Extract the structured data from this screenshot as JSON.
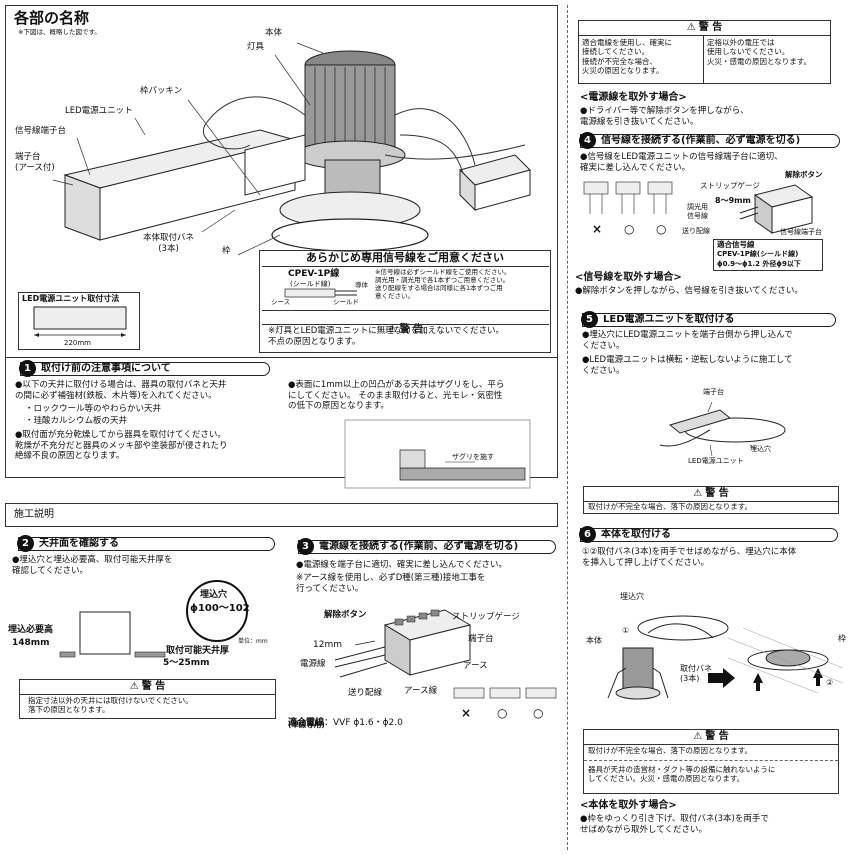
{
  "names": {
    "title": "各部の名称",
    "note": "※下図は、概略した図です。",
    "labels": {
      "hontai": "本体",
      "tougu": "灯具",
      "waku_packing": "枠パッキン",
      "led_unit": "LED電源ユニット",
      "signal_terminal": "信号線端子台",
      "terminal": "端子台\n(アース付)",
      "spring": "本体取付バネ\n(3本)",
      "waku": "枠"
    },
    "dimension_box": {
      "title": "LED電源ユニット取付寸法",
      "length": "220mm"
    }
  },
  "signal_notice": {
    "title": "あらかじめ専用信号線をご用意ください",
    "cable_name": "CPEV-1P線",
    "cable_shield": "(シールド線)",
    "conductor": "導体",
    "sheath": "シース",
    "shield": "シールド",
    "note": "※信号線は必ずシールド線をご使用ください。\n調光用・調光用で各1本ずつご用意ください。\n送り配線をする場合は同様に各1本ずつご用\n意ください。"
  },
  "warn_small": {
    "head": "警 告",
    "text": "※灯具とLED電源ユニットに無理な力を加えないでください。\n不点の原因となります。"
  },
  "section1": {
    "num": "1",
    "title": "取付け前の注意事項について",
    "bullet1": "●以下の天井に取付ける場合は、器具の取付バネと天井\nの間に必ず補強材(鉄板、木片等)を入れてください。",
    "item_a": "・ロックウール等のやわらかい天井",
    "item_b": "・珪酸カルシウム板の天井",
    "bullet2": "●取付面が充分乾燥してから器具を取付けてください。\n乾燥が不充分だと器具のメッキ部や塗装部が侵されたり\n絶縁不良の原因となります。",
    "bullet3": "●表面に1mm以上の凹凸がある天井はザグリをし、平ら\nにしてください。 そのまま取付けると、光モレ・気密性\nの低下の原因となります。",
    "zaguri": "ザグリを施す"
  },
  "sekou": {
    "title": "施工説明"
  },
  "section2": {
    "num": "2",
    "title": "天井面を確認する",
    "text": "●埋込穴と埋込必要高、取付可能天井厚を\n確認してください。",
    "hole_label": "埋込穴",
    "hole_value": "ϕ100〜102",
    "unit": "単位：mm",
    "height_label": "埋込必要高",
    "height_value": "148mm",
    "thick_label": "取付可能天井厚",
    "thick_value": "5〜25mm",
    "warn_head": "警 告",
    "warn_text": "指定寸法以外の天井には取付けないでください。\n落下の原因となります。"
  },
  "section3": {
    "num": "3",
    "title": "電源線を接続する(作業前、必ず電源を切る)",
    "text1": "●電源線を端子台に適切、確実に差し込んでください。",
    "text2": "※アース線を使用し、必ずD種(第三種)接地工事を\n行ってください。",
    "release": "解除ボタン",
    "strip": "ストリップゲージ",
    "terminal": "端子台",
    "mm12": "12mm",
    "power": "電源線",
    "earth": "アース",
    "send": "送り配線",
    "earth_wire": "アース線",
    "wire_label": "適合電線",
    "wire_value": "：VVF ϕ1.6・ϕ2.0",
    "wire_note": "(単線専用)",
    "marks": [
      "×",
      "○",
      "○"
    ]
  },
  "warn_top": {
    "head": "警 告",
    "left": "適合電線を使用し、確実に\n接続してください。\n接続が不完全な場合、\n火災の原因となります。",
    "right": "定格以外の電圧では\n使用しないでください。\n火災・感電の原因となります。"
  },
  "remove_power": {
    "title": "<電源線を取外す場合>",
    "text": "●ドライバー等で解除ボタンを押しながら、\n電源線を引き抜いてください。"
  },
  "section4": {
    "num": "4",
    "title": "信号線を接続する(作業前、必ず電源を切る)",
    "text": "●信号線をLED電源ユニットの信号線端子台に適切、\n確実に差し込んでください。",
    "strip": "ストリップゲージ",
    "release": "解除ボタン",
    "mm": "8〜9mm",
    "dimmer": "調光用\n信号線",
    "send": "送り配線",
    "terminal": "信号線端子台",
    "wire_title": "適合信号線",
    "wire_line1": "CPEV-1P線(シールド線)",
    "wire_line2": "ϕ0.9〜ϕ1.2 外径ϕ9以下",
    "marks": [
      "×",
      "○",
      "○"
    ]
  },
  "remove_signal": {
    "title": "<信号線を取外す場合>",
    "text": "●解除ボタンを押しながら、信号線を引き抜いてください。"
  },
  "section5": {
    "num": "5",
    "title": "LED電源ユニットを取付ける",
    "text1": "●埋込穴にLED電源ユニットを端子台側から押し込んで\nください。",
    "text2": "●LED電源ユニットは横転・逆転しないように施工して\nください。",
    "terminal": "端子台",
    "hole": "埋込穴",
    "unit": "LED電源ユニット",
    "warn_head": "警 告",
    "warn_text": "取付けが不完全な場合、落下の原因となります。"
  },
  "section6": {
    "num": "6",
    "title": "本体を取付ける",
    "text": "①②取付バネ(3本)を両手でせばめながら、埋込穴に本体\nを挿入して押し上げてください。",
    "hole": "埋込穴",
    "body": "本体",
    "spring": "取付バネ\n(3本)",
    "frame": "枠",
    "c1": "①",
    "c2": "②",
    "warn_head": "警 告",
    "warn_text1": "取付けが不完全な場合、落下の原因となります。",
    "warn_text2": "器具が天井の造営材・ダクト等の設備に触れないように\nしてください。火災・感電の原因となります。"
  },
  "remove_body": {
    "title": "<本体を取外す場合>",
    "text": "●枠をゆっくり引き下げ、取付バネ(3本)を両手で\nせばめながら取外してください。"
  },
  "icons": {
    "warning": "⚠"
  }
}
